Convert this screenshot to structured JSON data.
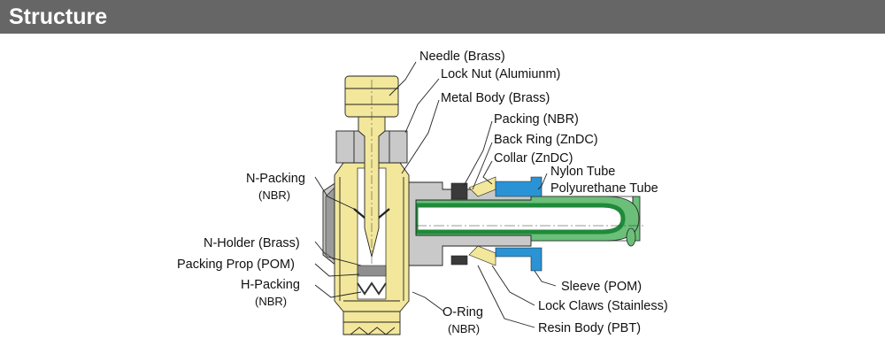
{
  "header": {
    "title": "Structure"
  },
  "colors": {
    "header_bg": "#666666",
    "brass": "#f2e79b",
    "resin": "#c9c9c9",
    "tube_green": "#1f8a3a",
    "tube_outer": "#6bbf78",
    "sleeve_blue": "#2a93d5"
  },
  "labels": {
    "needle": "Needle (Brass)",
    "lock_nut": "Lock Nut (Alumiunm)",
    "metal_body": "Metal Body (Brass)",
    "packing": "Packing (NBR)",
    "back_ring": "Back Ring (ZnDC)",
    "collar": "Collar (ZnDC)",
    "nylon_tube": "Nylon Tube",
    "polyurethane_tube": "Polyurethane Tube",
    "n_packing": "N-Packing",
    "n_packing_mat": "(NBR)",
    "n_holder": "N-Holder (Brass)",
    "packing_prop": "Packing Prop (POM)",
    "h_packing": "H-Packing",
    "h_packing_mat": "(NBR)",
    "o_ring": "O-Ring",
    "o_ring_mat": "(NBR)",
    "sleeve": "Sleeve (POM)",
    "lock_claws": "Lock Claws (Stainless)",
    "resin_body": "Resin Body (PBT)"
  }
}
